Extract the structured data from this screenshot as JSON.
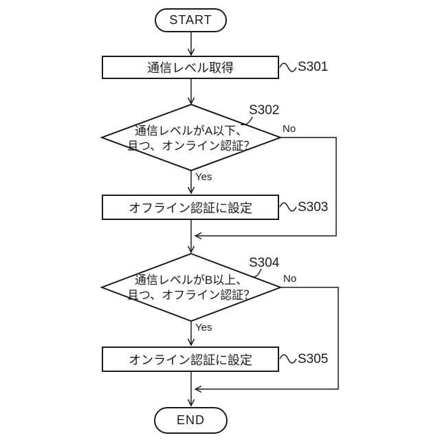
{
  "flowchart": {
    "start_label": "START",
    "end_label": "END",
    "yes_label": "Yes",
    "no_label": "No",
    "steps": {
      "s301": {
        "text": "通信レベル取得",
        "ref": "S301"
      },
      "s302": {
        "text_line1": "通信レベルがA以下、",
        "text_line2": "且つ、オンライン認証？",
        "ref": "S302"
      },
      "s303": {
        "text": "オフライン認証に設定",
        "ref": "S303"
      },
      "s304": {
        "text_line1": "通信レベルがB以上、",
        "text_line2": "且つ、オフライン認証？",
        "ref": "S304"
      },
      "s305": {
        "text": "オンライン認証に設定",
        "ref": "S305"
      }
    },
    "colors": {
      "ink": "#1a1a1a",
      "background": "#ffffff"
    }
  }
}
